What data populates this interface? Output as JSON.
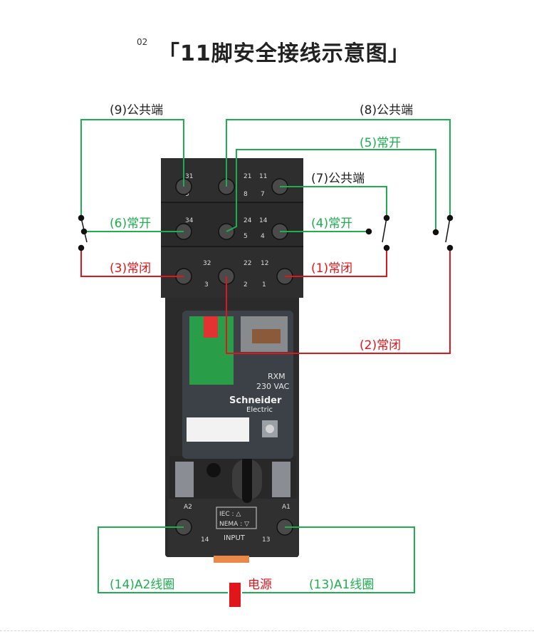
{
  "header": {
    "number": "02",
    "title": "「11脚安全接线示意图」"
  },
  "labels": {
    "pin9_common": "(9)公共端",
    "pin8_common": "(8)公共端",
    "pin5_no": "(5)常开",
    "pin7_common": "(7)公共端",
    "pin6_no": "(6)常开",
    "pin4_no": "(4)常开",
    "pin3_nc": "(3)常闭",
    "pin1_nc": "(1)常闭",
    "pin2_nc": "(2)常闭",
    "pin14_coil": "(14)A2线圈",
    "power": "电源",
    "pin13_coil": "(13)A1线圈"
  },
  "device": {
    "model": "RXM",
    "voltage": "230 VAC",
    "brand": "Schneider",
    "brand_sub": "Electric",
    "terminal_a2": "A2",
    "terminal_a1": "A1",
    "terminal_14": "14",
    "terminal_13": "13",
    "iec": "IEC : △",
    "nema": "NEMA : ▽",
    "input": "INPUT",
    "row1_top": [
      "31",
      "21",
      "11"
    ],
    "row1_bot": [
      "9",
      "8",
      "7"
    ],
    "row2_top": [
      "34",
      "24",
      "14"
    ],
    "row2_bot": [
      "6",
      "5",
      "4"
    ],
    "row3_top": [
      "32",
      "22",
      "12"
    ],
    "row3_bot": [
      "3",
      "2",
      "1"
    ]
  },
  "colors": {
    "green": "#1fae4f",
    "red": "#e0161b",
    "base": "#2a2a2a"
  }
}
